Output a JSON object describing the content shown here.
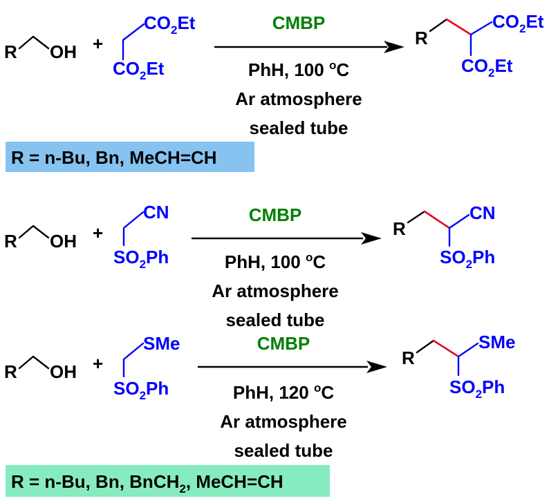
{
  "colors": {
    "reagent_green": "#008000",
    "substituent_blue": "#0000ff",
    "new_bond_red": "#e8001c",
    "box_blue": "#86c3f0",
    "box_green": "#86ecc0"
  },
  "labels": {
    "R": "R",
    "OH": "OH",
    "plus": "+",
    "CO2Et": [
      "CO",
      "2",
      "Et"
    ],
    "CN": "CN",
    "SO2Ph": [
      "SO",
      "2",
      "Ph"
    ],
    "SMe": "SMe"
  },
  "reactions": [
    {
      "reagent": "CMBP",
      "conditions": [
        "PhH, 100 ",
        "o",
        "C"
      ],
      "atmosphere": "Ar atmosphere",
      "vessel": "sealed tube"
    },
    {
      "reagent": "CMBP",
      "conditions": [
        "PhH, 100 ",
        "o",
        "C"
      ],
      "atmosphere": "Ar atmosphere",
      "vessel": "sealed tube"
    },
    {
      "reagent": "CMBP",
      "conditions": [
        "PhH, 120 ",
        "o",
        "C"
      ],
      "atmosphere": "Ar atmosphere",
      "vessel": "sealed tube"
    }
  ],
  "scope_boxes": [
    {
      "parts": [
        "R = n-Bu, Bn, MeCH=CH"
      ]
    },
    {
      "parts": [
        "R = n-Bu, Bn, BnCH",
        "2",
        ", MeCH=CH"
      ]
    }
  ]
}
